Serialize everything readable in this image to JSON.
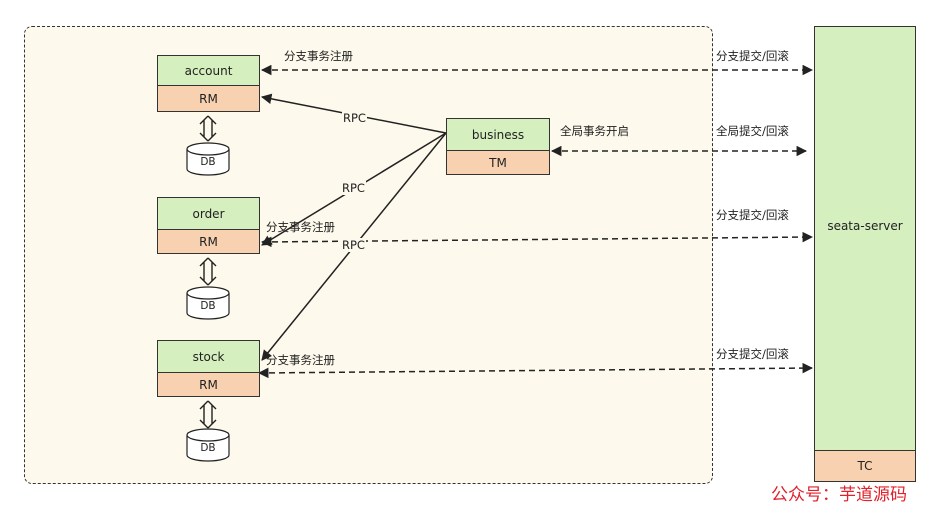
{
  "services": {
    "account": {
      "name": "account",
      "role": "RM"
    },
    "order": {
      "name": "order",
      "role": "RM"
    },
    "stock": {
      "name": "stock",
      "role": "RM"
    },
    "business": {
      "name": "business",
      "role": "TM"
    }
  },
  "server": {
    "name": "seata-server",
    "role": "TC"
  },
  "db_label": "DB",
  "labels": {
    "rpc": "RPC",
    "branch_register": "分支事务注册",
    "branch_commit": "分支提交/回滚",
    "global_begin": "全局事务开启",
    "global_commit": "全局提交/回滚"
  },
  "watermark": "公众号：芋道源码"
}
